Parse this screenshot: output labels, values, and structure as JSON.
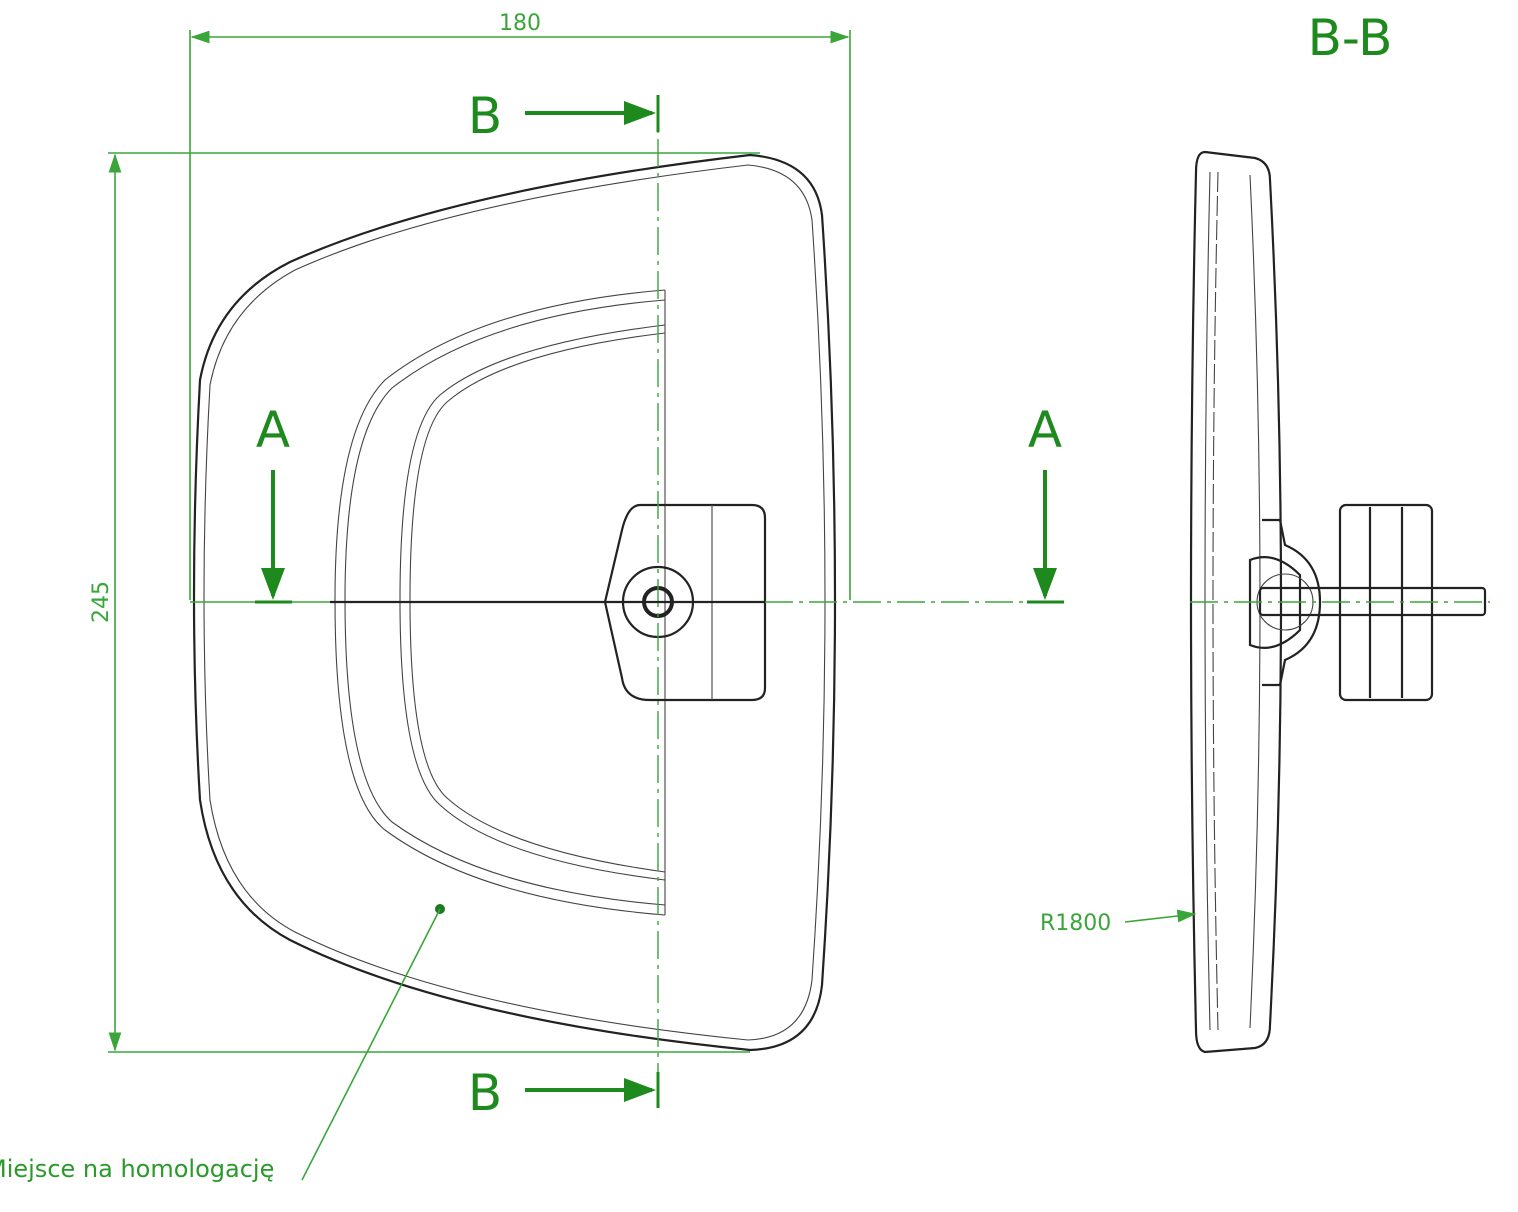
{
  "dimensions": {
    "width": "180",
    "height": "245",
    "radius": "R1800"
  },
  "section_labels": {
    "a": "A",
    "b": "B",
    "section_title": "B-B"
  },
  "note": "Miejsce na homologację",
  "colors": {
    "annotation": "#3aa63a",
    "outline": "#222222"
  }
}
